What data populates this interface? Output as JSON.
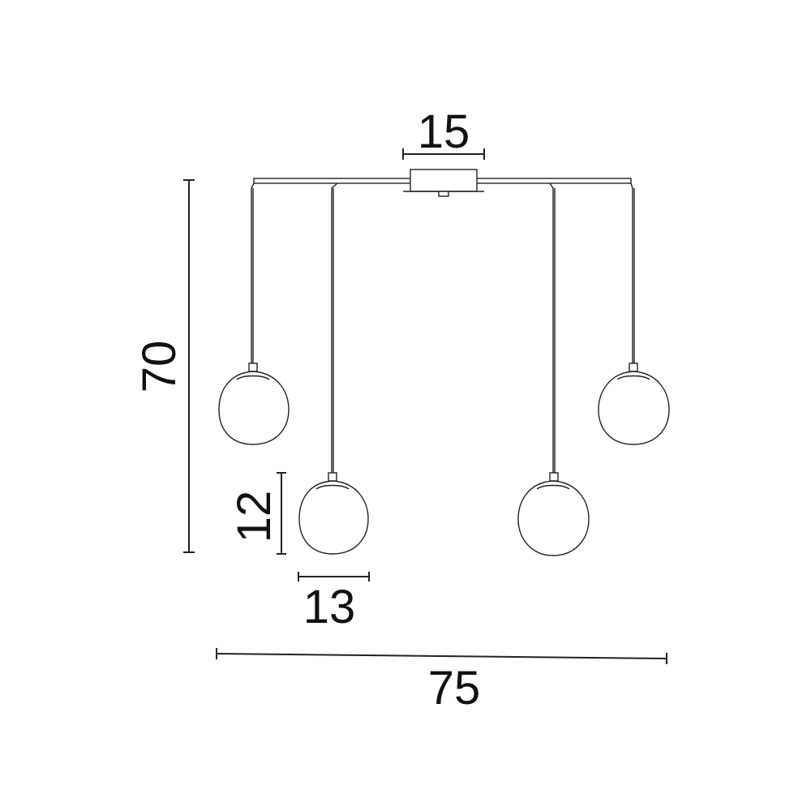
{
  "dimensions": {
    "canopy_width": "15",
    "total_height": "70",
    "shade_height": "12",
    "shade_width": "13",
    "total_width": "75"
  },
  "colors": {
    "line": "#222222",
    "background": "#ffffff"
  }
}
